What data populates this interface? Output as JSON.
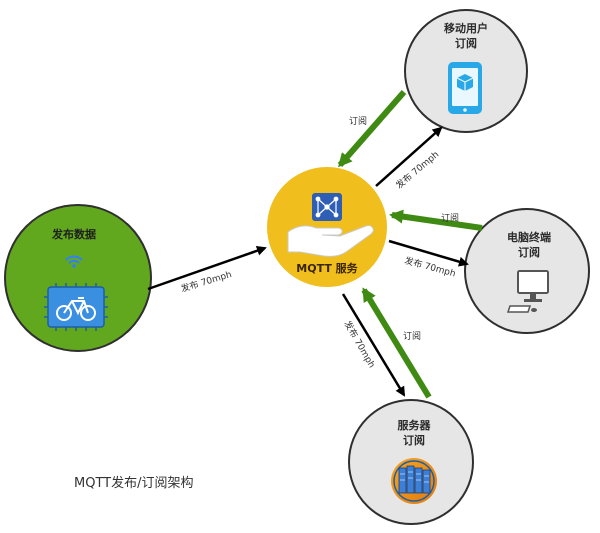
{
  "publisher": {
    "title": "发布数据"
  },
  "broker": {
    "title": "MQTT 服务"
  },
  "mobile": {
    "title_line1": "移动用户",
    "title_line2": "订阅"
  },
  "desktop": {
    "title_line1": "电脑终端",
    "title_line2": "订阅"
  },
  "server": {
    "title_line1": "服务器",
    "title_line2": "订阅"
  },
  "edges": {
    "publish_in": "发布 70mph",
    "publish_mobile": "发布 70mph",
    "subscribe_mobile": "订阅",
    "publish_desktop": "发布 70mph",
    "subscribe_desktop": "订阅",
    "publish_server": "发布 70mph",
    "subscribe_server": "订阅"
  },
  "caption": "MQTT发布/订阅架构",
  "colors": {
    "publisher_fill": "#62a81f",
    "broker_fill": "#f0bf1d",
    "subscriber_fill": "#e6e6e6",
    "subscribe_arrow": "#3f8a13",
    "publish_arrow": "#000000"
  },
  "icons": {
    "publisher": "bicycle-chip-icon",
    "wifi": "wifi-icon",
    "broker": "hand-network-icon",
    "mobile": "smartphone-icon",
    "desktop": "desktop-computer-icon",
    "server": "server-rack-icon"
  }
}
